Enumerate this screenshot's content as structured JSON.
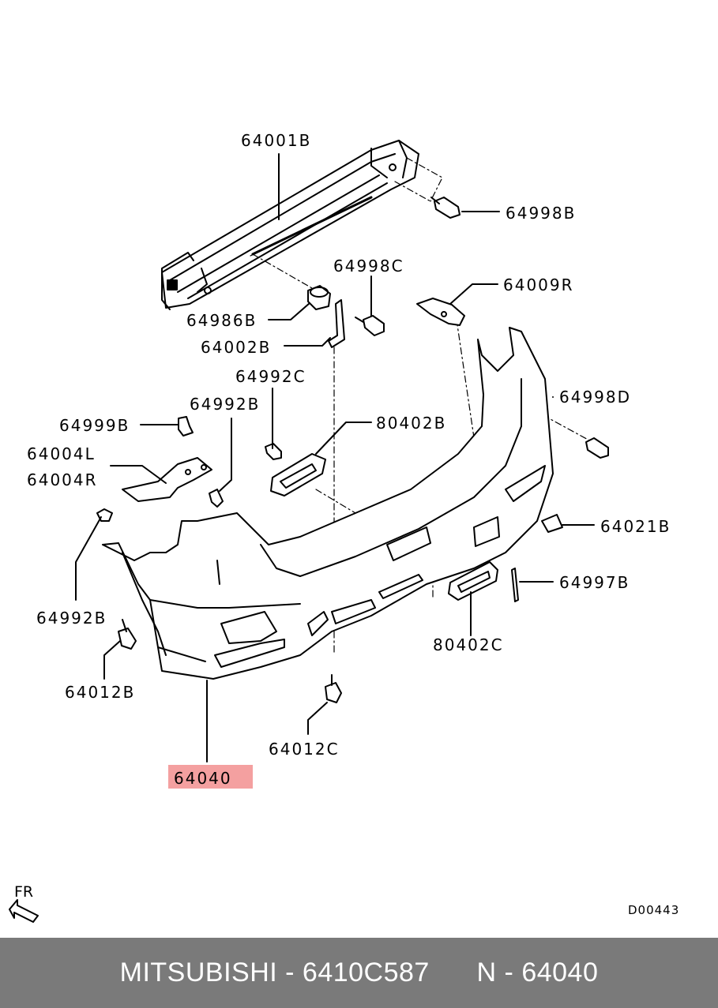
{
  "diagram": {
    "part_labels": {
      "p64001B": "64001B",
      "p64998B": "64998B",
      "p64998C": "64998C",
      "p64009R": "64009R",
      "p64986B": "64986B",
      "p64002B": "64002B",
      "p64992C": "64992C",
      "p64998D": "64998D",
      "p64999B": "64999B",
      "p64992B_top": "64992B",
      "p80402B": "80402B",
      "p64004L": "64004L",
      "p64004R": "64004R",
      "p64021B": "64021B",
      "p64997B": "64997B",
      "p64992B_left": "64992B",
      "p80402C": "80402C",
      "p64012B": "64012B",
      "p64012C": "64012C",
      "p64040": "64040"
    },
    "highlight_color": "#f4a0a0",
    "direction_label": "FR",
    "diagram_code": "D00443"
  },
  "footer": {
    "brand": "MITSUBISHI",
    "separator": " - ",
    "part_number": "6410C587",
    "n_prefix": "N - ",
    "n_number": "64040"
  },
  "colors": {
    "footer_bg": "#7a7a7a",
    "footer_text": "#ffffff"
  }
}
